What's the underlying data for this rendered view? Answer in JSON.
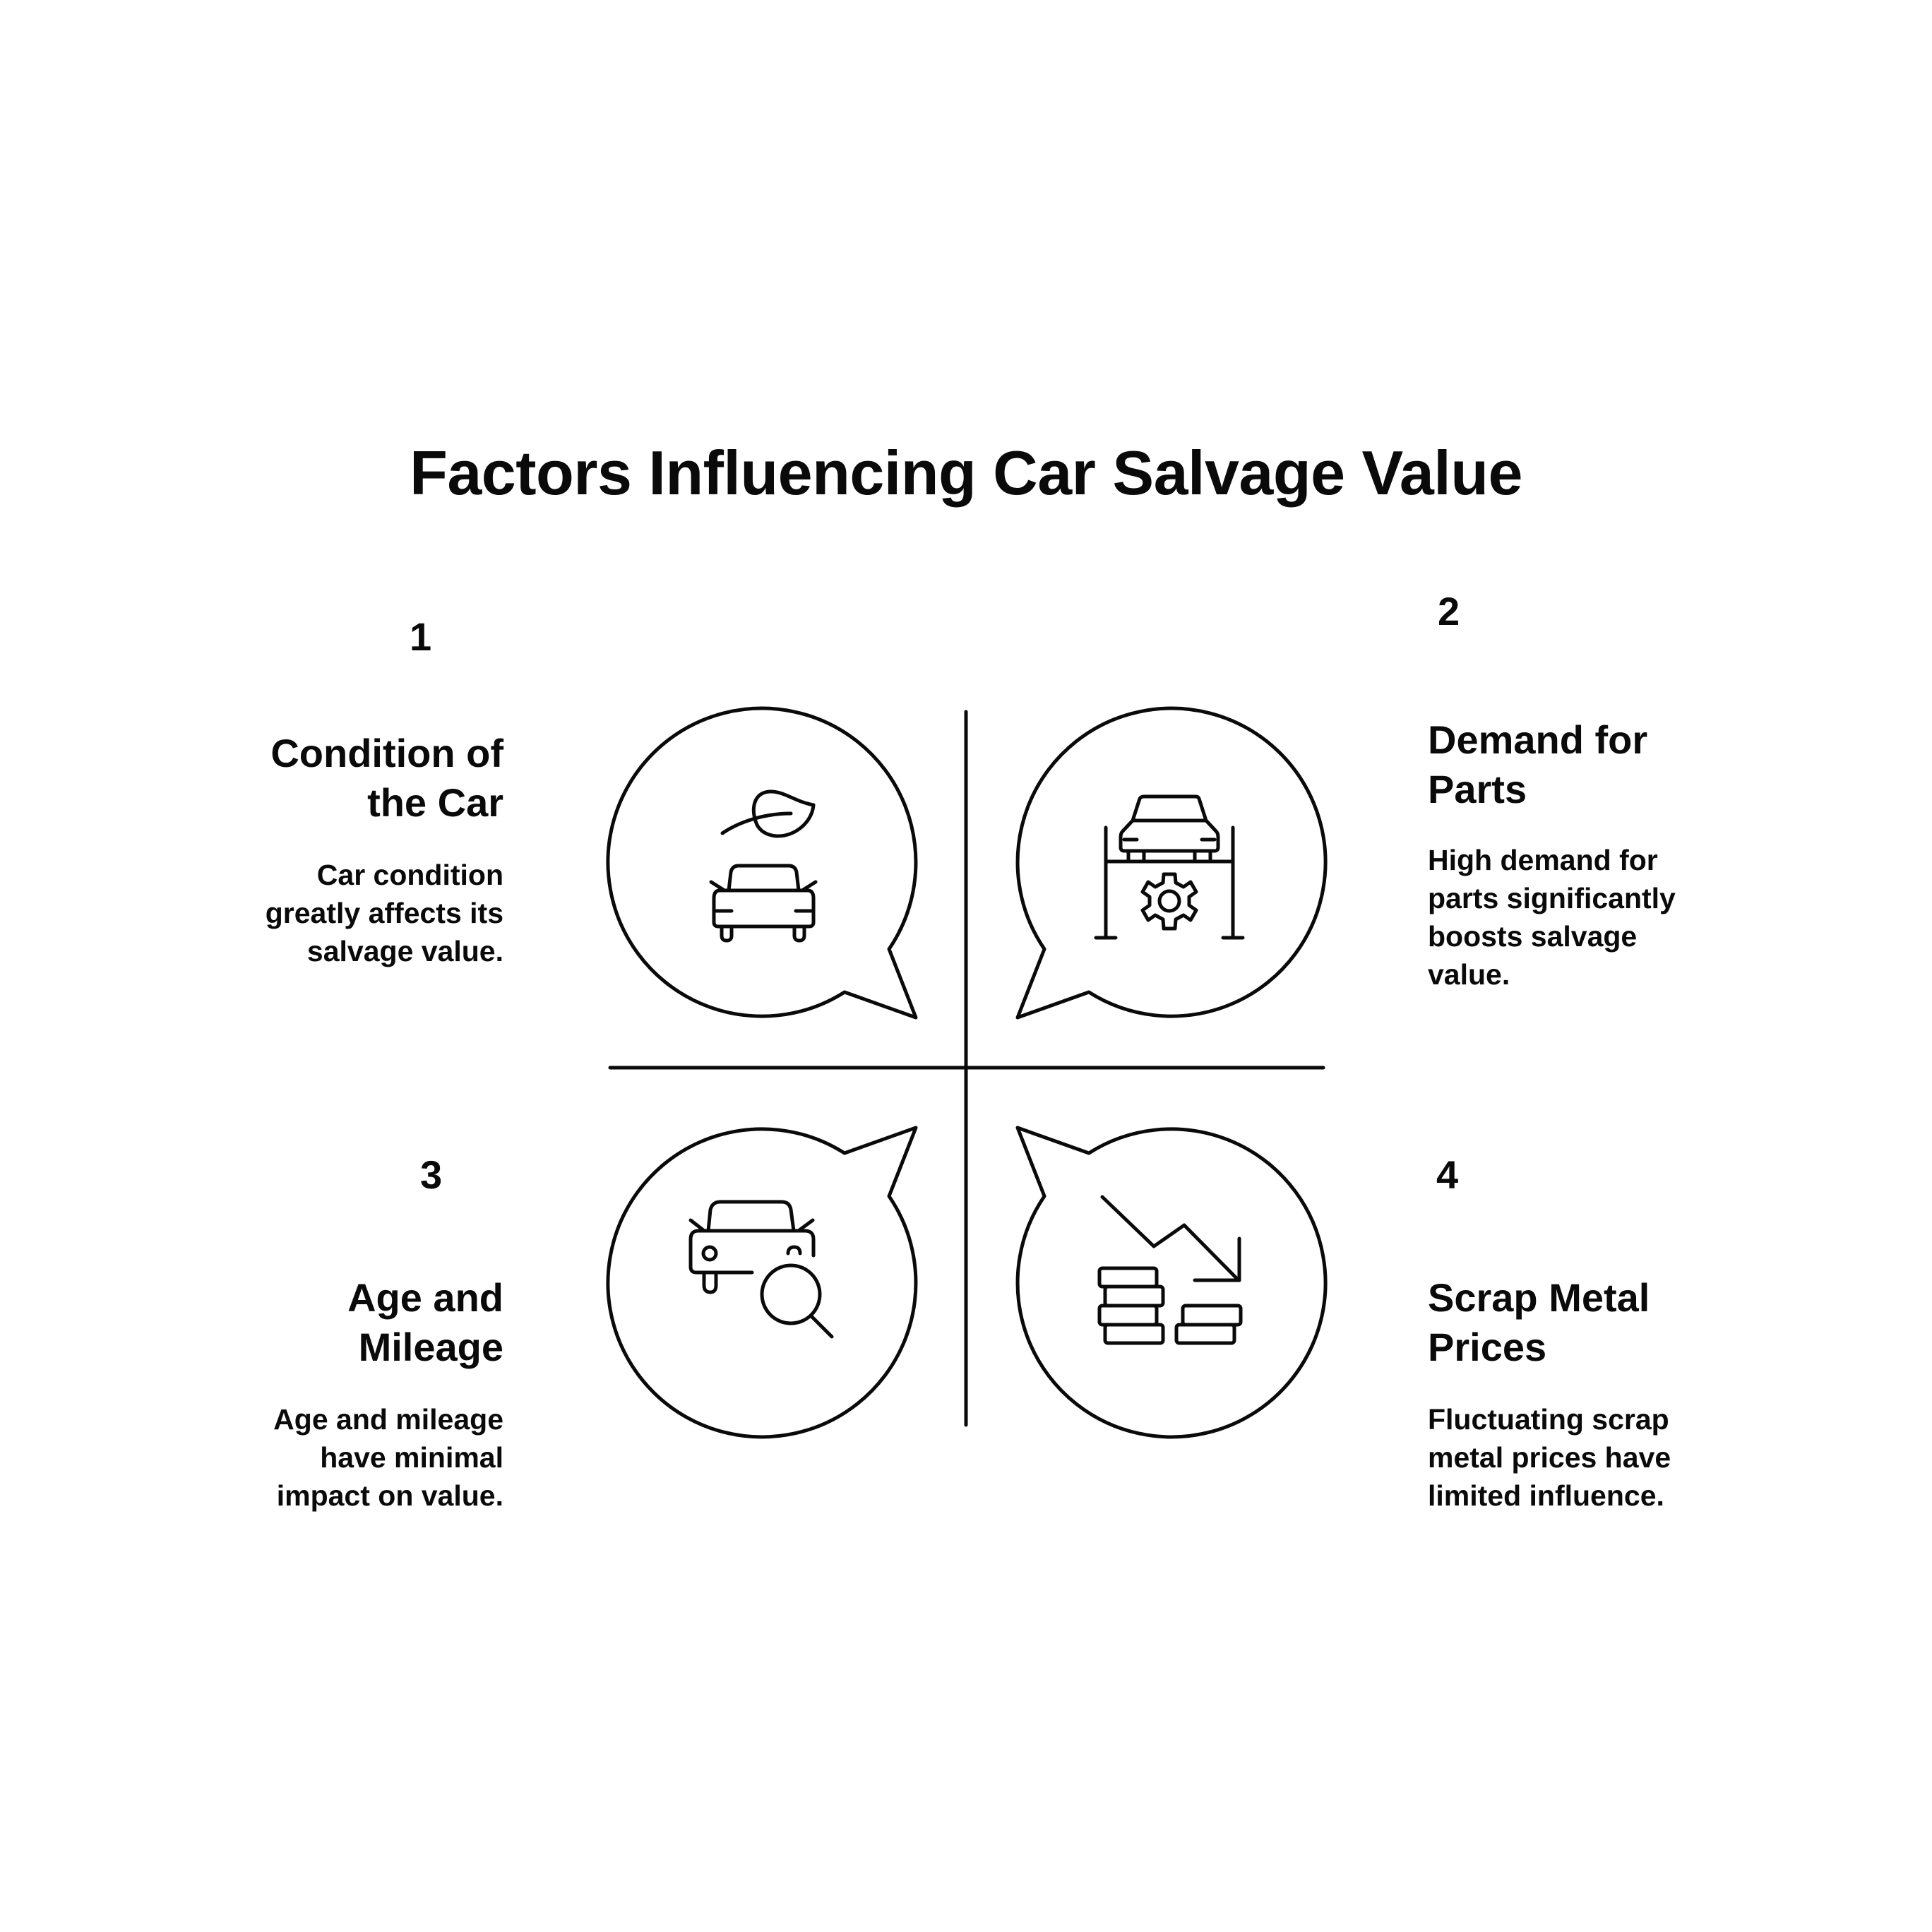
{
  "title": "Factors Influencing Car Salvage Value",
  "colors": {
    "background": "#ffffff",
    "stroke": "#0a0a0a",
    "text": "#0a0a0a"
  },
  "factors": [
    {
      "number": "1",
      "heading_lines": [
        "Condition of",
        "the Car"
      ],
      "heading": "Condition of the Car",
      "description_lines": [
        "Car condition",
        "greatly affects its",
        "salvage value."
      ],
      "description": "Car condition greatly affects its salvage value.",
      "icon": "car-with-leaf-icon",
      "position": "top-left"
    },
    {
      "number": "2",
      "heading_lines": [
        "Demand for",
        "Parts"
      ],
      "heading": "Demand for Parts",
      "description_lines": [
        "High demand for",
        "parts significantly",
        "boosts salvage",
        "value."
      ],
      "description": "High demand for parts significantly boosts salvage value.",
      "icon": "car-lift-gear-icon",
      "position": "top-right"
    },
    {
      "number": "3",
      "heading_lines": [
        "Age and",
        "Mileage"
      ],
      "heading": "Age and Mileage",
      "description_lines": [
        "Age and mileage",
        "have minimal",
        "impact on value."
      ],
      "description": "Age and mileage have minimal impact on value.",
      "icon": "car-magnifier-icon",
      "position": "bottom-left"
    },
    {
      "number": "4",
      "heading_lines": [
        "Scrap Metal",
        "Prices"
      ],
      "heading": "Scrap Metal Prices",
      "description_lines": [
        "Fluctuating scrap",
        "metal prices have",
        "limited influence."
      ],
      "description": "Fluctuating scrap metal prices have limited influence.",
      "icon": "coins-downtrend-icon",
      "position": "bottom-right"
    }
  ]
}
